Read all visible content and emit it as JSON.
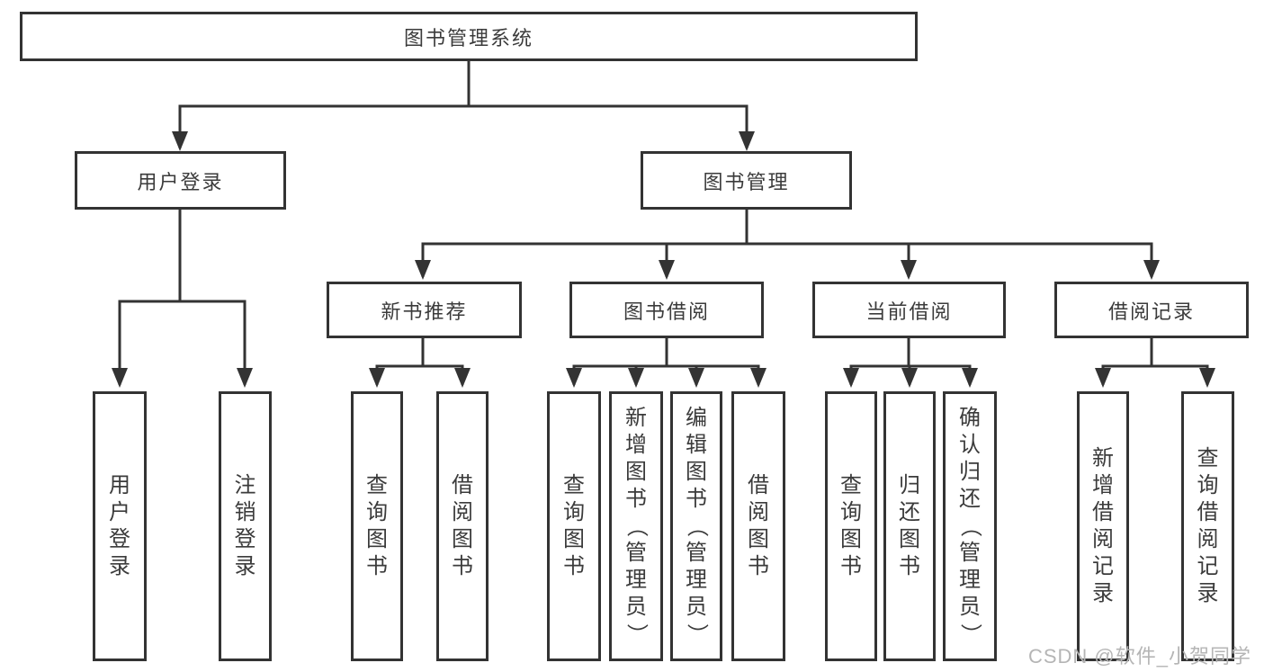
{
  "tree": {
    "label": "图书管理系统",
    "children": [
      {
        "label": "用户登录",
        "children": [
          {
            "label": "用户登录"
          },
          {
            "label": "注销登录"
          }
        ]
      },
      {
        "label": "图书管理",
        "children": [
          {
            "label": "新书推荐",
            "children": [
              {
                "label": "查询图书"
              },
              {
                "label": "借阅图书"
              }
            ]
          },
          {
            "label": "图书借阅",
            "children": [
              {
                "label": "查询图书"
              },
              {
                "label": "新增图书（管理员）"
              },
              {
                "label": "编辑图书（管理员）"
              },
              {
                "label": "借阅图书"
              }
            ]
          },
          {
            "label": "当前借阅",
            "children": [
              {
                "label": "查询图书"
              },
              {
                "label": "归还图书"
              },
              {
                "label": "确认归还（管理员）"
              }
            ]
          },
          {
            "label": "借阅记录",
            "children": [
              {
                "label": "新增借阅记录"
              },
              {
                "label": "查询借阅记录"
              }
            ]
          }
        ]
      }
    ]
  },
  "watermark": "CSDN @软件_小贺同学",
  "colors": {
    "line": "#333333",
    "box_border": "#333333",
    "box_fill": "#ffffff",
    "text": "#3b3b3b",
    "watermark": "#b5b5b5",
    "background": "#ffffff"
  }
}
